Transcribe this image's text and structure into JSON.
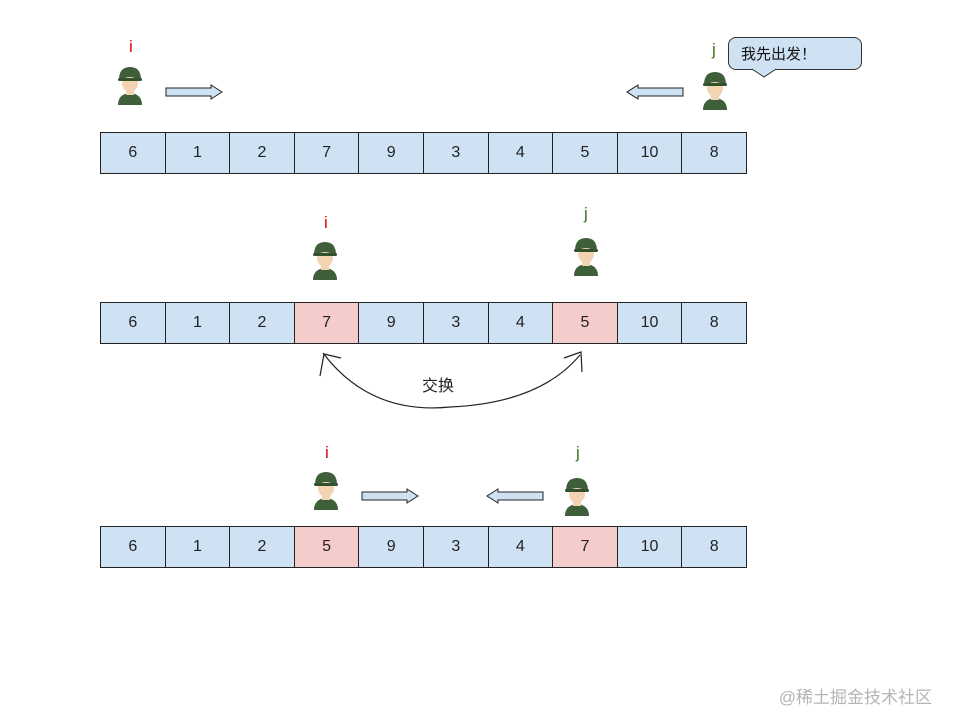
{
  "colors": {
    "cell_default": "#cfe2f3",
    "cell_highlight": "#f4cccc",
    "pointer_i": "#e00000",
    "pointer_j": "#38761d"
  },
  "step1": {
    "pointer_i": "i",
    "pointer_j": "j",
    "speech_bubble": "我先出发！",
    "cells": [
      "6",
      "1",
      "2",
      "7",
      "9",
      "3",
      "4",
      "5",
      "10",
      "8"
    ]
  },
  "step2": {
    "pointer_i": "i",
    "pointer_j": "j",
    "cells": [
      "6",
      "1",
      "2",
      "7",
      "9",
      "3",
      "4",
      "5",
      "10",
      "8"
    ],
    "highlighted_indices": [
      3,
      7
    ],
    "swap_label": "交换"
  },
  "step3": {
    "pointer_i": "i",
    "pointer_j": "j",
    "cells": [
      "6",
      "1",
      "2",
      "5",
      "9",
      "3",
      "4",
      "7",
      "10",
      "8"
    ],
    "highlighted_indices": [
      3,
      7
    ]
  },
  "watermark": "@稀土掘金技术社区"
}
